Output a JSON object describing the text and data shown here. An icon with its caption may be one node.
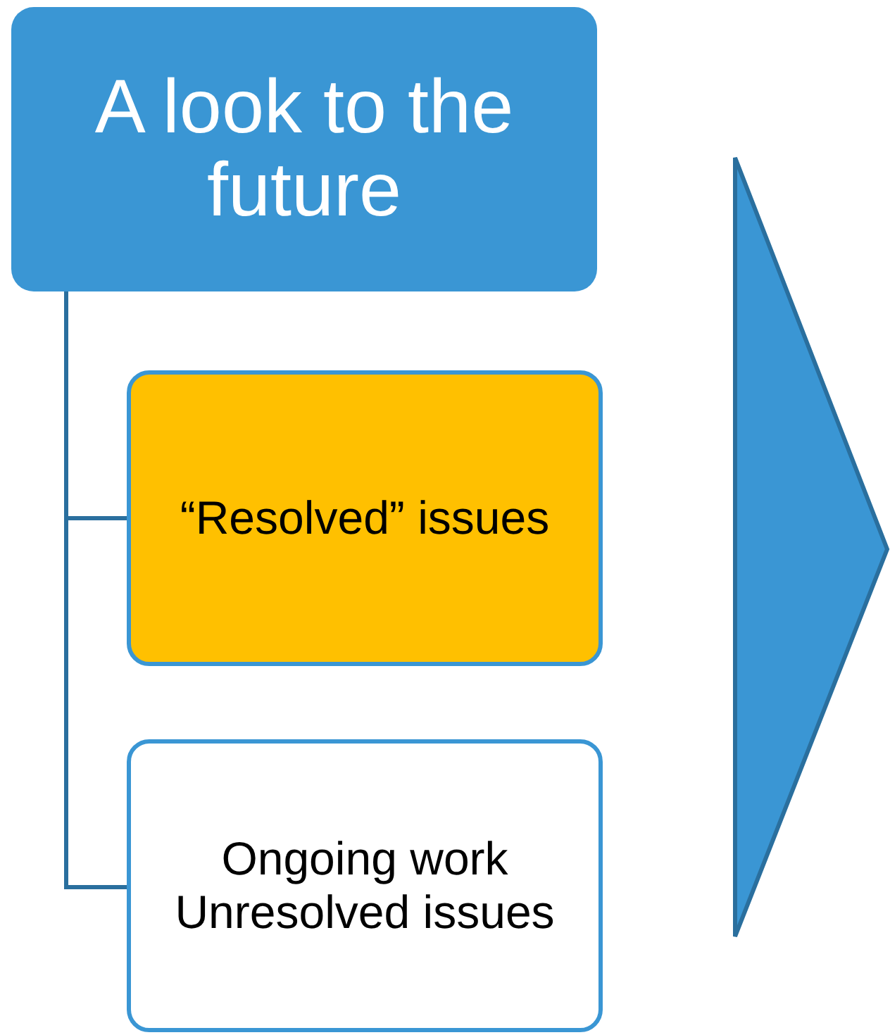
{
  "diagram": {
    "nodes": [
      {
        "text": [
          "A look to the future"
        ]
      },
      {
        "text": [
          "“Resolved” issues"
        ]
      },
      {
        "text": [
          "Ongoing work",
          "Unresolved issues"
        ]
      }
    ],
    "edges": [
      {
        "from": 0,
        "to": 1,
        "arrow": "none"
      },
      {
        "from": 0,
        "to": 2,
        "arrow": "none"
      }
    ]
  }
}
